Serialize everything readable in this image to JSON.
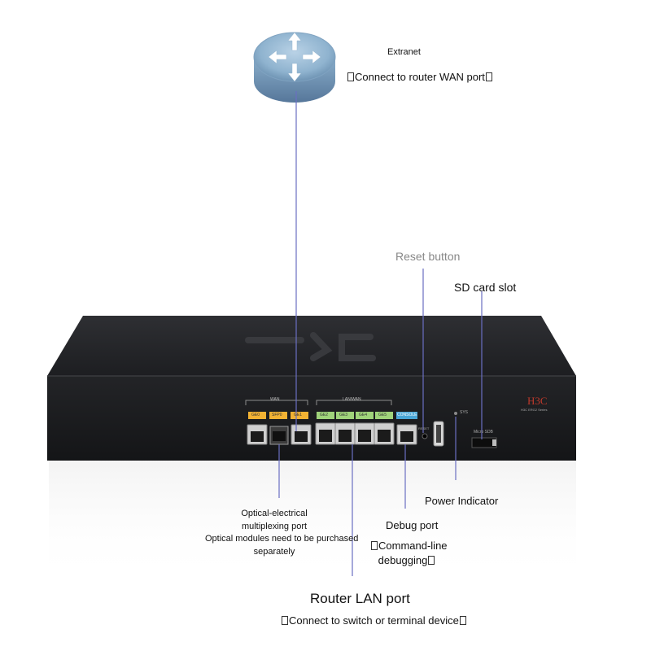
{
  "extranet": {
    "title": "Extranet",
    "subtitle": "Connect to router WAN port"
  },
  "reset": {
    "label": "Reset button"
  },
  "sd": {
    "label": "SD card slot"
  },
  "power": {
    "label": "Power Indicator"
  },
  "optical": {
    "line1": "Optical-electrical",
    "line2": "multiplexing port",
    "line3": "Optical modules need to be purchased",
    "line4": "separately"
  },
  "debug": {
    "title": "Debug port",
    "line1": "Command-line",
    "line2": "debugging"
  },
  "lan": {
    "title": "Router LAN port",
    "subtitle": "Connect to switch or terminal device"
  },
  "device": {
    "brand": "H3C",
    "model": "H3C ERG2 Series",
    "wan_label": "WAN",
    "lan_wan_label": "LAN/WAN",
    "console_label": "CONSOLE",
    "reset_small": "RESET",
    "sys_label": "SYS",
    "sd_small": "Micro SDB",
    "port_tags": [
      "GE0",
      "SFP0",
      "GE1",
      "GE2",
      "GE3",
      "GE4",
      "GE5"
    ]
  },
  "colors": {
    "wan_tag": "#f2b233",
    "lan_tag": "#9fd37a",
    "console_tag": "#49a6d6",
    "leader_line": "#6a6fc2",
    "brand": "#c0392b"
  }
}
